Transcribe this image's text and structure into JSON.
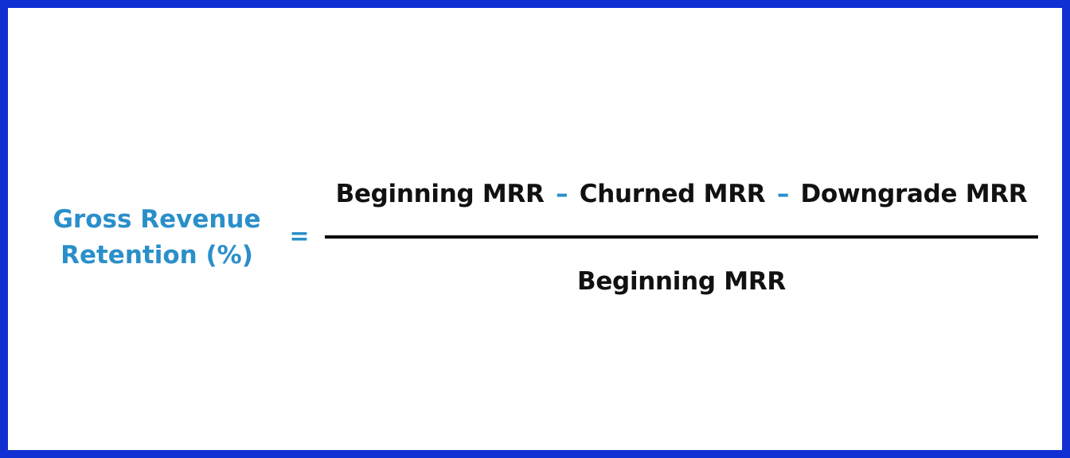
{
  "formula": {
    "lhs": {
      "line1": "Gross Revenue",
      "line2": "Retention (%)"
    },
    "equals": "=",
    "numerator": {
      "term1": "Beginning MRR",
      "op1": "–",
      "term2": "Churned MRR",
      "op2": "–",
      "term3": "Downgrade MRR"
    },
    "denominator": "Beginning MRR"
  },
  "colors": {
    "border": "#1130d4",
    "accent": "#2a8fc9",
    "text": "#111111",
    "background": "#ffffff"
  }
}
